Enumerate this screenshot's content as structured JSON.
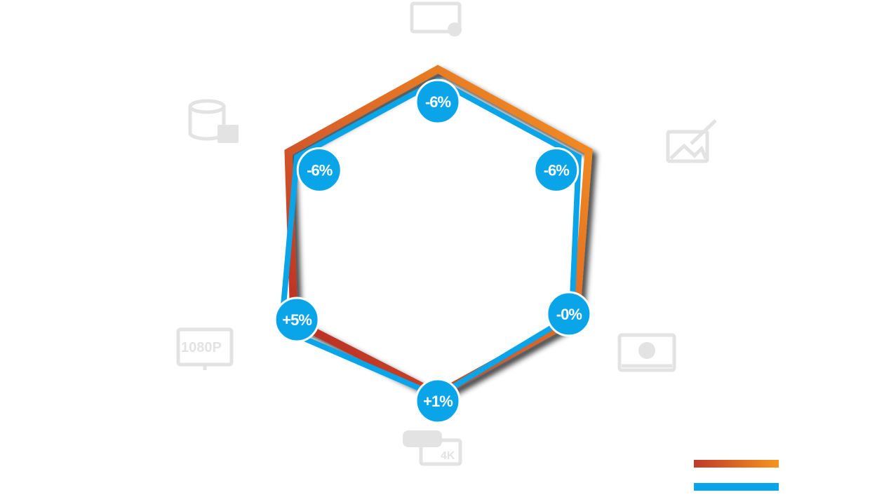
{
  "chart_data": {
    "type": "radar",
    "axes": [
      {
        "icon": "monitor-gear-icon",
        "label": "-6%"
      },
      {
        "icon": "image-edit-icon",
        "label": "-6%"
      },
      {
        "icon": "video-player-icon",
        "label": "-0%"
      },
      {
        "icon": "vr-4k-icon",
        "label": "+1%"
      },
      {
        "icon": "1080p-monitor-icon",
        "label": "+5%"
      },
      {
        "icon": "database-lock-icon",
        "label": "-6%"
      }
    ],
    "series": [
      {
        "color_start": "#c0392b",
        "color_end": "#f7941d",
        "values": [
          1.04,
          1.07,
          0.98,
          0.96,
          1.02,
          1.06
        ]
      },
      {
        "color": "#0aa5e9",
        "values": [
          0.97,
          1.0,
          0.95,
          0.97,
          1.11,
          1.0
        ]
      }
    ],
    "legend_placement": "bottom-right"
  },
  "icons": {
    "icon_text_1080p": "1080P",
    "icon_text_4k": "4K"
  },
  "colors": {
    "bubble": "#0aa5e9",
    "icon_gray": "#e6e6e6",
    "orange": "#f7941d",
    "red": "#c0392b",
    "blue": "#0aa5e9"
  }
}
